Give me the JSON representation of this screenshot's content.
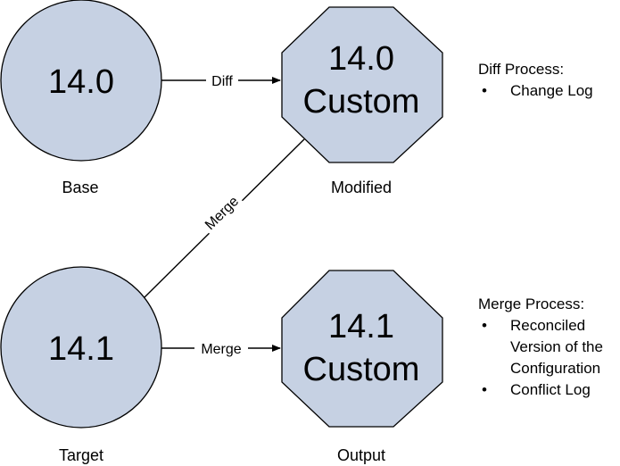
{
  "nodes": {
    "base": {
      "label": "14.0",
      "caption": "Base"
    },
    "modified": {
      "label_line1": "14.0",
      "label_line2": "Custom",
      "caption": "Modified"
    },
    "target": {
      "label": "14.1",
      "caption": "Target"
    },
    "output": {
      "label_line1": "14.1",
      "label_line2": "Custom",
      "caption": "Output"
    }
  },
  "edges": {
    "base_to_modified": "Diff",
    "modified_to_target": "Merge",
    "target_to_output": "Merge"
  },
  "notes": {
    "diff": {
      "title": "Diff Process:",
      "items": [
        "Change Log"
      ]
    },
    "merge": {
      "title": "Merge Process:",
      "items": [
        "Reconciled Version of the Configuration",
        "Conflict Log"
      ]
    }
  },
  "colors": {
    "node_fill": "#c6d1e3",
    "stroke": "#000000",
    "background": "#ffffff"
  }
}
